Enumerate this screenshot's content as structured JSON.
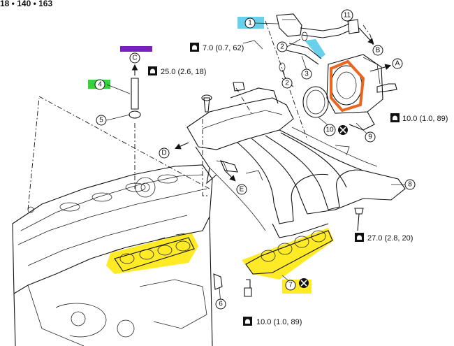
{
  "header": {
    "text": "18 • 140 • 163"
  },
  "callouts": {
    "p1": "1",
    "p2a": "2",
    "p2b": "2",
    "p3": "3",
    "p4": "4",
    "p5": "5",
    "p6": "6",
    "p7": "7",
    "p8": "8",
    "p9": "9",
    "p10": "10",
    "p11": "11"
  },
  "directions": {
    "A": "A",
    "B": "B",
    "C": "C",
    "D": "D",
    "E": "E"
  },
  "torques": {
    "t1": "7.0 (0.7, 62)",
    "t2": "25.0 (2.6, 18)",
    "t3": "10.0 (1.0, 89)",
    "t4": "27.0 (2.8, 20)",
    "t5": "10.0 (1.0, 89)"
  },
  "highlight_colors": {
    "cyan": "#4dc8e8",
    "purple": "#7b1fbf",
    "green": "#3ad13a",
    "orange": "#e8661e",
    "yellow": "#ffe600"
  },
  "icons": [
    "torque-wrench-icon",
    "do-not-reuse-icon"
  ]
}
